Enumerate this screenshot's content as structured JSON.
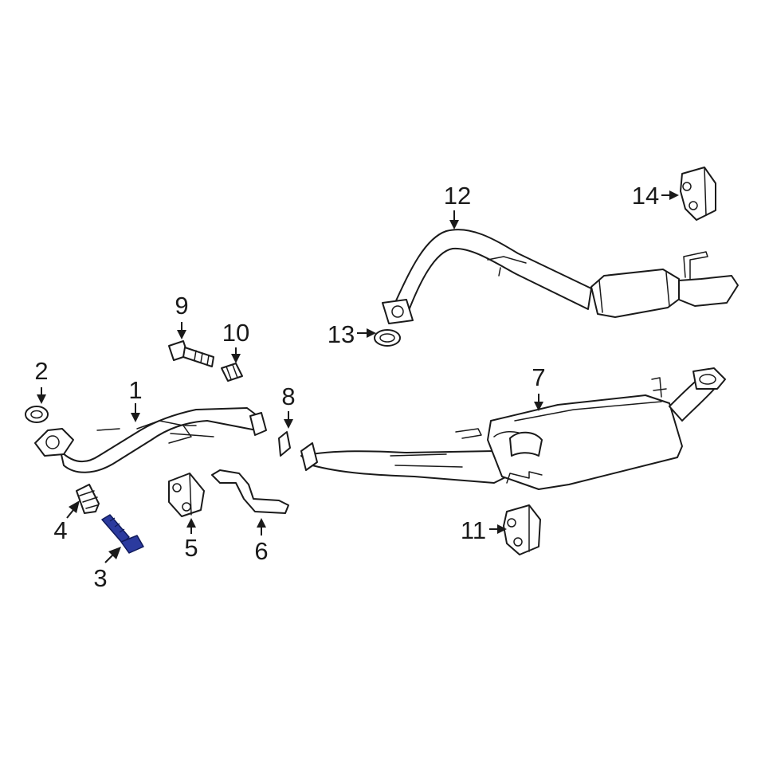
{
  "diagram": {
    "highlight_color": "#2b3a9e",
    "line_color": "#1a1a1a",
    "highlighted_part": "3",
    "callouts": {
      "c1": "1",
      "c2": "2",
      "c3": "3",
      "c4": "4",
      "c5": "5",
      "c6": "6",
      "c7": "7",
      "c8": "8",
      "c9": "9",
      "c10": "10",
      "c11": "11",
      "c12": "12",
      "c13": "13",
      "c14": "14"
    }
  }
}
